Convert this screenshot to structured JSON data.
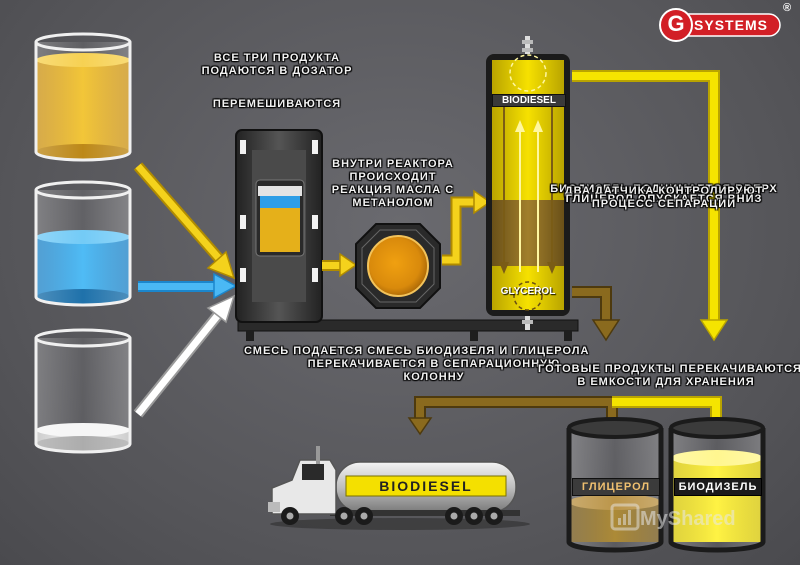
{
  "brand": {
    "name": "SYSTEMS",
    "letter": "G",
    "registered": "®"
  },
  "captions": {
    "feed": [
      "ВСЕ ТРИ ПРОДУКТА",
      "ПОДАЮТСЯ В ДОЗАТОР"
    ],
    "mixing": "ПЕРЕМЕШИВАЮТСЯ",
    "reactor": [
      "ВНУТРИ РЕАКТОРА",
      "ПРОИСХОДИТ",
      "РЕАКЦИЯ МАСЛА С",
      "МЕТАНОЛОМ"
    ],
    "separation": [
      "БИОДИЗЕЛЬ ПОДНИМАЕТСЯ ВВЕРХ",
      "ДВА ДАТЧИКА КОНТРОЛИРУЮТ",
      "ГЛИЦЕРОЛ ОПУСКАЕТСЯ ВНИЗ",
      "ПРОЦЕСС СЕПАРАЦИИ"
    ],
    "pumping": [
      "СМЕСЬ ПОДАЕТСЯ СМЕСЬ БИОДИЗЕЛЯ И ГЛИЦЕРОЛА",
      "ПЕРЕКАЧИВАЕТСЯ В СЕПАРАЦИОННУЮ",
      "КОЛОННУ"
    ],
    "storage": [
      "ГОТОВЫЕ ПРОДУКТЫ ПЕРЕКАЧИВАЮТСЯ",
      "В ЕМКОСТИ ДЛЯ ХРАНЕНИЯ"
    ]
  },
  "column": {
    "top_label": "BIODIESEL",
    "bottom_label": "GLYCEROL"
  },
  "storage_tanks": {
    "glycerol": "ГЛИЦЕРОЛ",
    "biodiesel": "БИОДИЗЕЛЬ"
  },
  "truck": {
    "tank_label": "BIODIESEL"
  },
  "watermark": "MyShared",
  "colors": {
    "oil": "#e9b21c",
    "methanol": "#2ea3ea",
    "catalyst": "#e8e8e8",
    "biodiesel": "#f5e400",
    "glycerol": "#8a6a1e",
    "brand_red": "#d21f26"
  }
}
